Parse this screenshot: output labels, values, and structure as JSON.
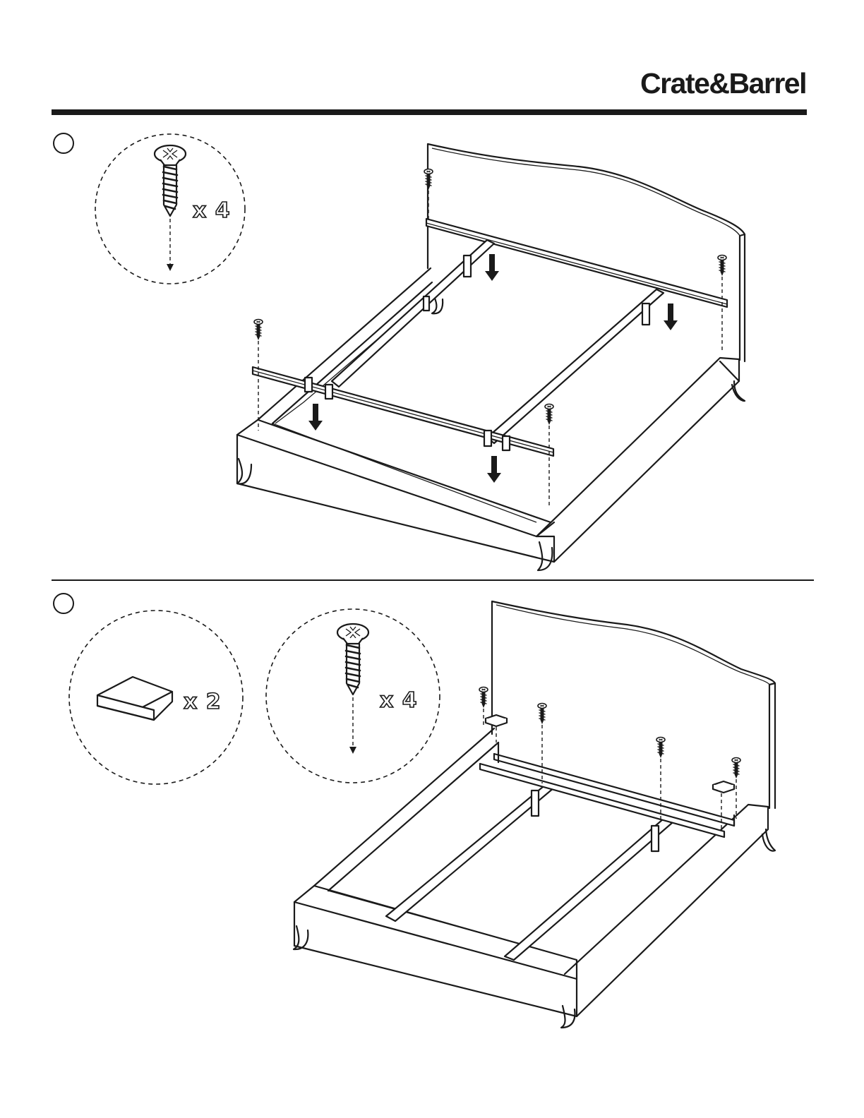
{
  "header": {
    "brand": "Crate&Barrel"
  },
  "steps": [
    {
      "number": "",
      "parts": [
        {
          "icon": "screw-icon",
          "quantity": "x 4"
        }
      ]
    },
    {
      "number": "",
      "parts": [
        {
          "icon": "wood-block-icon",
          "quantity": "x 2"
        },
        {
          "icon": "screw-icon",
          "quantity": "x 4"
        }
      ]
    }
  ],
  "colors": {
    "ink": "#1a1a1a",
    "paper": "#ffffff"
  }
}
